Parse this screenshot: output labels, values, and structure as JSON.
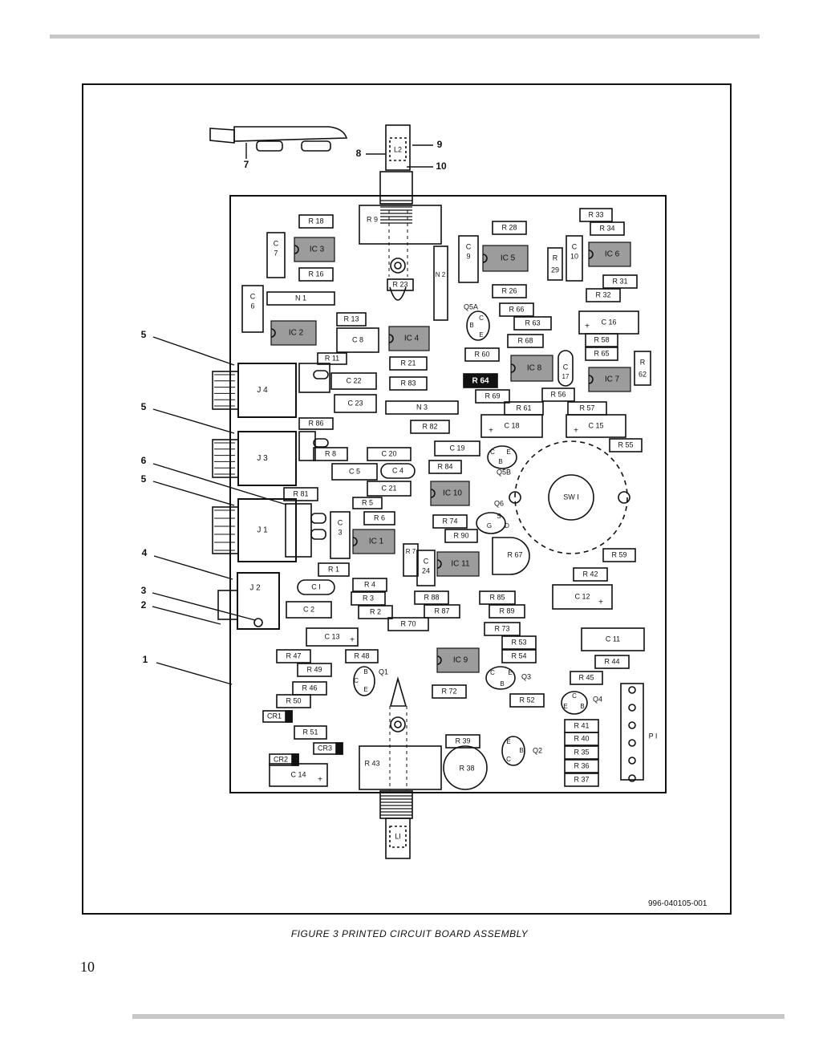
{
  "figure": {
    "caption": "FIGURE 3 PRINTED CIRCUIT BOARD ASSEMBLY",
    "part_number": "996-040105-001",
    "page_number": "10"
  },
  "callouts": [
    "1",
    "2",
    "3",
    "4",
    "5",
    "5",
    "5",
    "6",
    "7",
    "8",
    "9",
    "10"
  ],
  "ics": [
    "IC3",
    "IC2",
    "IC4",
    "IC5",
    "IC6",
    "IC8",
    "IC7",
    "IC10",
    "IC1",
    "IC11",
    "IC9"
  ],
  "highlighted": [
    "R64"
  ],
  "resistors": [
    "R18",
    "R9",
    "R16",
    "N1",
    "R13",
    "R11",
    "R23",
    "N2",
    "R21",
    "R83",
    "N3",
    "R82",
    "R86",
    "R8",
    "R81",
    "R5",
    "R6",
    "R1",
    "R4",
    "R3",
    "R2",
    "R7",
    "R70",
    "R84",
    "R74",
    "R90",
    "R88",
    "R87",
    "R85",
    "R89",
    "R73",
    "R53",
    "R54",
    "R72",
    "R52",
    "R39",
    "R38",
    "R43",
    "R41",
    "R40",
    "R35",
    "R36",
    "R37",
    "R45",
    "R44",
    "R42",
    "R59",
    "R55",
    "R57",
    "R56",
    "R61",
    "R69",
    "R60",
    "R68",
    "R63",
    "R66",
    "R26",
    "R28",
    "R29",
    "R33",
    "R34",
    "R31",
    "R32",
    "R58",
    "R65",
    "R62",
    "R67",
    "R47",
    "R48",
    "R49",
    "R46",
    "R50",
    "R51"
  ],
  "capacitors": [
    "C7",
    "C6",
    "C8",
    "C22",
    "C23",
    "C20",
    "C5",
    "C4",
    "C21",
    "C3",
    "C19",
    "C18",
    "C15",
    "C16",
    "C17",
    "C10",
    "C9",
    "C24",
    "C1",
    "C2",
    "C13",
    "C14",
    "C12",
    "C11"
  ],
  "other_parts": [
    "J4",
    "J3",
    "J1",
    "J2",
    "SW1",
    "P1",
    "L1",
    "L2",
    "Q1",
    "Q2",
    "Q3",
    "Q4",
    "Q5A",
    "Q5B",
    "Q6",
    "CR1",
    "CR2",
    "CR3"
  ],
  "pin_letters": [
    "B",
    "C",
    "E",
    "S",
    "G",
    "D"
  ],
  "polarity_mark": "+"
}
